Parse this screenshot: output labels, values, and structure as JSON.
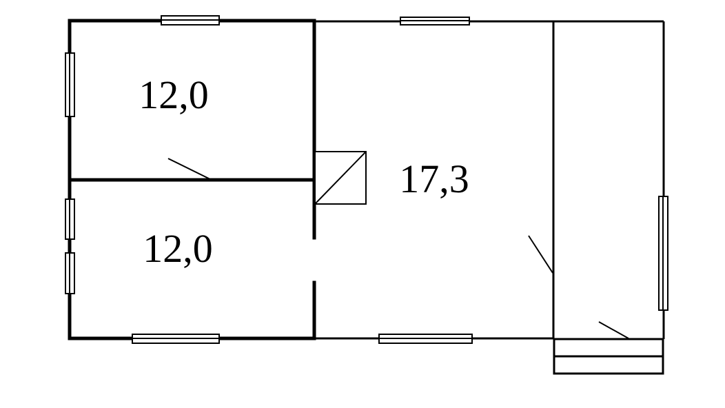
{
  "rooms": {
    "bedroom_top": {
      "area": "12,0"
    },
    "bedroom_bottom": {
      "area": "12,0"
    },
    "living_room": {
      "area": "17,3"
    }
  },
  "colors": {
    "ink": "#000000",
    "paper": "#ffffff"
  }
}
